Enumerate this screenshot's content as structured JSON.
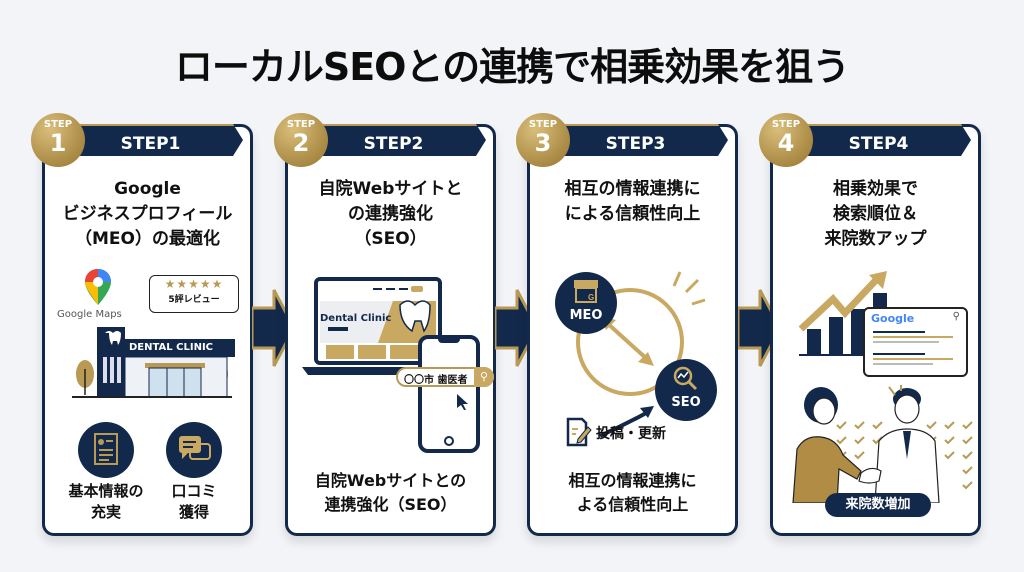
{
  "title": "ローカルSEOとの連携で相乗効果を狙う",
  "colors": {
    "navy": "#13294b",
    "gold": "#b89a55",
    "background": "#f2f4f7"
  },
  "steps": [
    {
      "badge_top": "STEP",
      "badge_num": "1",
      "ribbon": "STEP1",
      "heading": [
        "Google",
        "ビジネスプロフィール",
        "（MEO）の最適化"
      ],
      "google_maps_label": "Google Maps",
      "review_bubble": {
        "stars": "★★★★★",
        "label": "5評レビュー"
      },
      "clinic_sign": "DENTAL CLINIC",
      "items": [
        {
          "icon": "profile-document-icon",
          "label": [
            "基本情報の",
            "充実"
          ]
        },
        {
          "icon": "chat-bubbles-icon",
          "label": [
            "口コミ",
            "獲得"
          ]
        }
      ]
    },
    {
      "badge_top": "STEP",
      "badge_num": "2",
      "ribbon": "STEP2",
      "heading": [
        "自院Webサイトと",
        "の連携強化",
        "（SEO）"
      ],
      "laptop_site_title": "Dental Clinic",
      "search_query": "〇〇市 歯医者",
      "footer": [
        "自院Webサイトとの",
        "連携強化（SEO）"
      ]
    },
    {
      "badge_top": "STEP",
      "badge_num": "3",
      "ribbon": "STEP3",
      "heading": [
        "相互の情報連携に",
        "による信頼性向上"
      ],
      "meo_label": "MEO",
      "seo_label": "SEO",
      "post_update_label": "投稿・更新",
      "footer": [
        "相互の情報連携に",
        "よる信頼性向上"
      ]
    },
    {
      "badge_top": "STEP",
      "badge_num": "4",
      "ribbon": "STEP4",
      "heading": [
        "相乗効果で",
        "検索順位＆",
        "来院数アップ"
      ],
      "google_label": "Google",
      "pill_label": "来院数増加"
    }
  ]
}
